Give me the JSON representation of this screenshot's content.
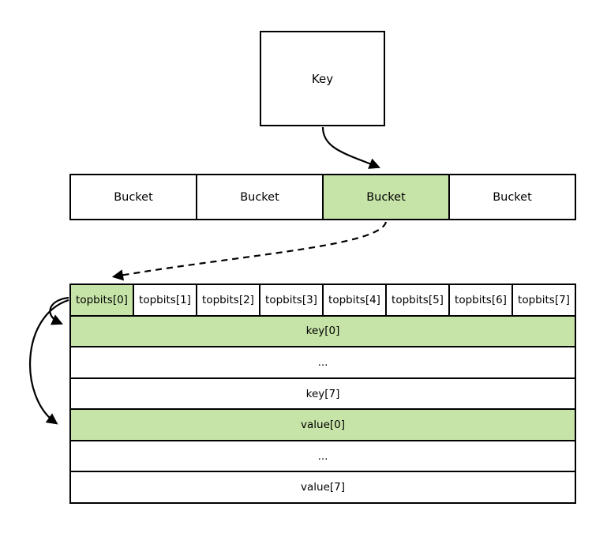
{
  "diagram": {
    "description": "Hash map bucket layout diagram",
    "colors": {
      "highlight_green": "#c7e4a8",
      "border_black": "#000000",
      "background": "#ffffff"
    },
    "key_box": {
      "label": "Key"
    },
    "bucket_row": {
      "cells": [
        {
          "label": "Bucket",
          "highlighted": false
        },
        {
          "label": "Bucket",
          "highlighted": false
        },
        {
          "label": "Bucket",
          "highlighted": true
        },
        {
          "label": "Bucket",
          "highlighted": false
        }
      ]
    },
    "slot_table": {
      "topbits_cells": [
        {
          "label": "topbits[0]",
          "highlighted": true
        },
        {
          "label": "topbits[1]",
          "highlighted": false
        },
        {
          "label": "topbits[2]",
          "highlighted": false
        },
        {
          "label": "topbits[3]",
          "highlighted": false
        },
        {
          "label": "topbits[4]",
          "highlighted": false
        },
        {
          "label": "topbits[5]",
          "highlighted": false
        },
        {
          "label": "topbits[6]",
          "highlighted": false
        },
        {
          "label": "topbits[7]",
          "highlighted": false
        }
      ],
      "rows": [
        {
          "label": "key[0]",
          "highlighted": true
        },
        {
          "label": "...",
          "highlighted": false
        },
        {
          "label": "key[7]",
          "highlighted": false
        },
        {
          "label": "value[0]",
          "highlighted": true
        },
        {
          "label": "...",
          "highlighted": false
        },
        {
          "label": "value[7]",
          "highlighted": false
        }
      ]
    },
    "edges": [
      {
        "name": "key-to-bucket",
        "style": "solid",
        "from": "Key",
        "to": "Bucket (highlighted)"
      },
      {
        "name": "bucket-to-slot-table",
        "style": "dashed",
        "from": "Bucket (highlighted)",
        "to": "topbits[0]"
      },
      {
        "name": "topbits-to-key0",
        "style": "solid",
        "from": "topbits[0]",
        "to": "key[0]"
      },
      {
        "name": "topbits-to-value0",
        "style": "solid",
        "from": "topbits[0]",
        "to": "value[0]"
      }
    ]
  }
}
